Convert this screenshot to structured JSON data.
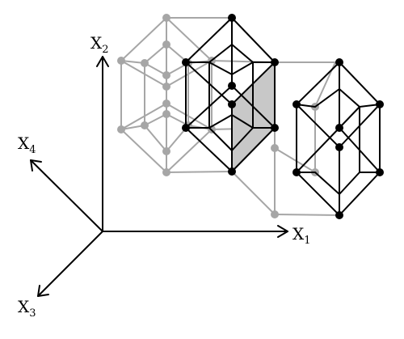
{
  "axes": {
    "x1": {
      "letter": "X",
      "index": "1"
    },
    "x2": {
      "letter": "X",
      "index": "2"
    },
    "x3": {
      "letter": "X",
      "index": "3"
    },
    "x4": {
      "letter": "X",
      "index": "4"
    }
  },
  "colors": {
    "foreground": "#000000",
    "ghost": "#a6a6a6",
    "highlight_fill": "#c8c8c8",
    "background": "#ffffff"
  }
}
